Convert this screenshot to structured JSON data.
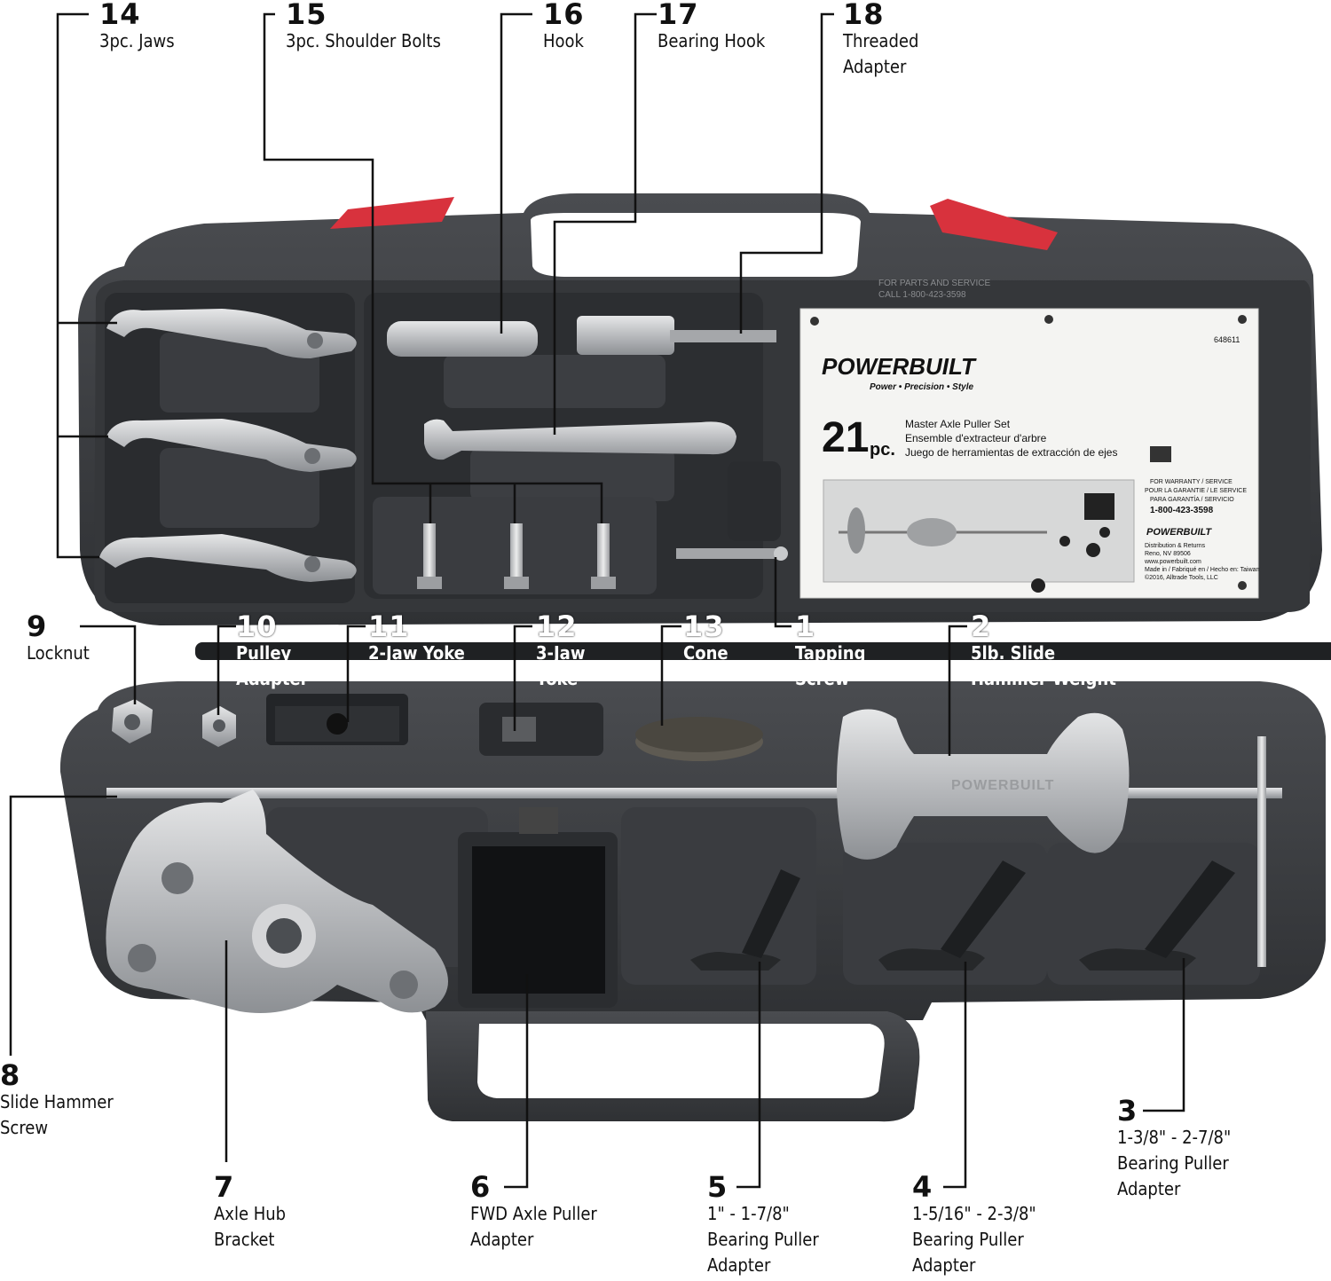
{
  "brand": {
    "name": "POWERBUILT",
    "tagline": "Power • Precision • Style",
    "embossed": "POWERBUILT"
  },
  "product_card": {
    "part_no": "648611",
    "count": "21",
    "count_suffix": "pc.",
    "title_en": "Master Axle Puller Set",
    "title_fr": "Ensemble d'extracteur d'arbre",
    "title_es": "Juego de herramientas de extracción de ejes",
    "warranty_label": "FOR WARRANTY / SERVICE",
    "warranty_fr": "POUR LA GARANTIE / LE SERVICE",
    "warranty_es": "PARA GARANTÍA / SERVICIO",
    "phone": "1-800-423-3598",
    "distribution": "Distribution & Returns",
    "location": "Reno, NV 89506",
    "url": "www.powerbuilt.com",
    "made_in": "Made in / Fabriqué en / Hecho en: Taiwan",
    "copyright": "©2016, Alltrade Tools, LLC"
  },
  "case_text": {
    "parts_service": "FOR PARTS AND SERVICE",
    "call": "CALL 1-800-423-3598"
  },
  "colors": {
    "case": "#3b3d40",
    "case_dark": "#26282b",
    "latch": "#d8323d",
    "steel": "#c9cbcd",
    "label_line": "#111111"
  },
  "callouts": [
    {
      "id": "14",
      "num": "14",
      "name": "3pc. Jaws"
    },
    {
      "id": "15",
      "num": "15",
      "name": "3pc. Shoulder Bolts"
    },
    {
      "id": "16",
      "num": "16",
      "name": "Hook"
    },
    {
      "id": "17",
      "num": "17",
      "name": "Bearing Hook"
    },
    {
      "id": "18",
      "num": "18",
      "name": "Threaded\nAdapter"
    },
    {
      "id": "9",
      "num": "9",
      "name": "Locknut"
    },
    {
      "id": "10",
      "num": "10",
      "name": "Pulley\nAdapter"
    },
    {
      "id": "11",
      "num": "11",
      "name": "2-Jaw Yoke"
    },
    {
      "id": "12",
      "num": "12",
      "name": "3-Jaw\nYoke"
    },
    {
      "id": "13",
      "num": "13",
      "name": "Cone"
    },
    {
      "id": "1",
      "num": "1",
      "name": "Tapping\nScrew"
    },
    {
      "id": "2",
      "num": "2",
      "name": "5lb. Slide\nHammer Weight"
    },
    {
      "id": "8",
      "num": "8",
      "name": "Slide Hammer\nScrew"
    },
    {
      "id": "7",
      "num": "7",
      "name": "Axle Hub\nBracket"
    },
    {
      "id": "6",
      "num": "6",
      "name": "FWD Axle Puller\nAdapter"
    },
    {
      "id": "5",
      "num": "5",
      "name": "1\" - 1-7/8\"\nBearing Puller\nAdapter"
    },
    {
      "id": "4",
      "num": "4",
      "name": "1-5/16\" - 2-3/8\"\nBearing Puller\nAdapter"
    },
    {
      "id": "3",
      "num": "3",
      "name": "1-3/8\" - 2-7/8\"\nBearing Puller\nAdapter"
    }
  ]
}
